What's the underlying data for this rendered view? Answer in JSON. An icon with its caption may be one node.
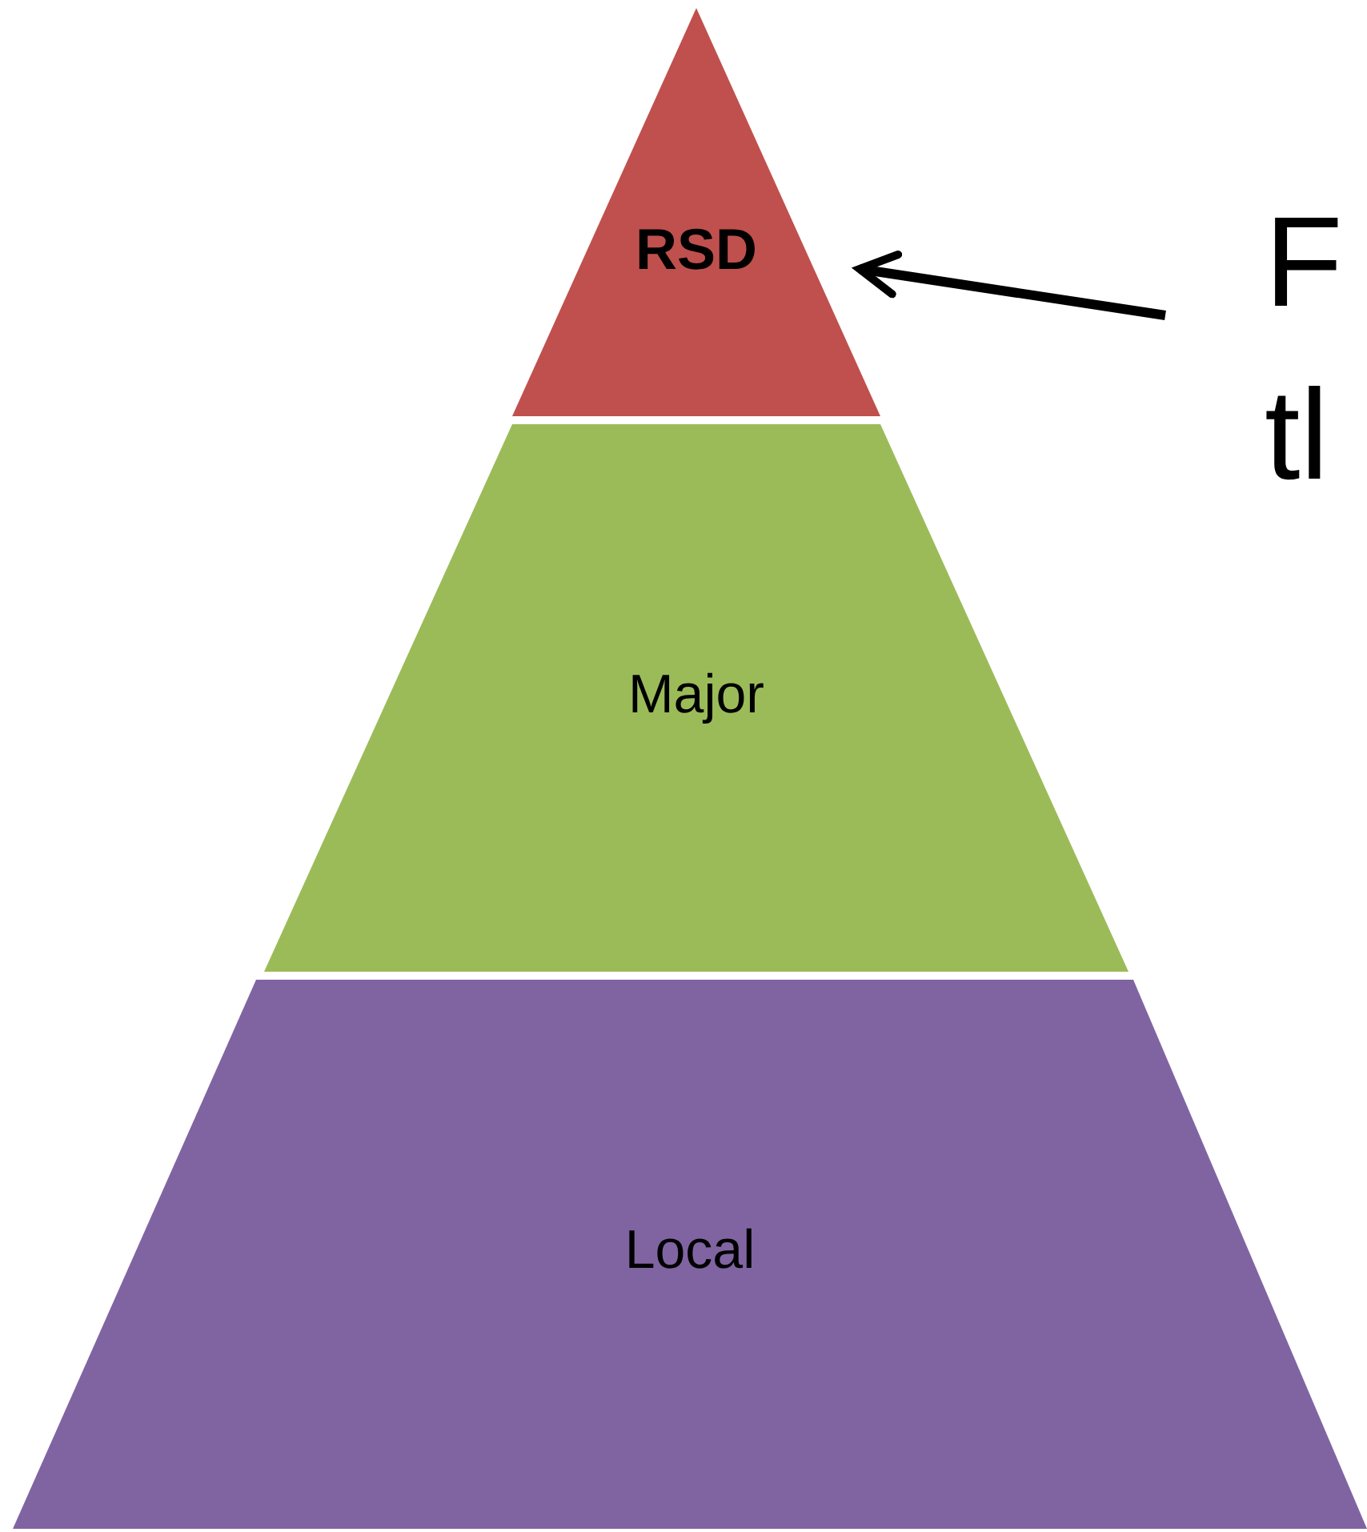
{
  "diagram": {
    "nodes": [
      {
        "text": [
          "RSD"
        ]
      },
      {
        "text": [
          "Major"
        ]
      },
      {
        "text": [
          "Local"
        ]
      },
      {
        "text": [
          "F tl"
        ]
      }
    ],
    "edges": [
      {
        "from": 3,
        "to": 0,
        "arrow": "to"
      }
    ]
  }
}
